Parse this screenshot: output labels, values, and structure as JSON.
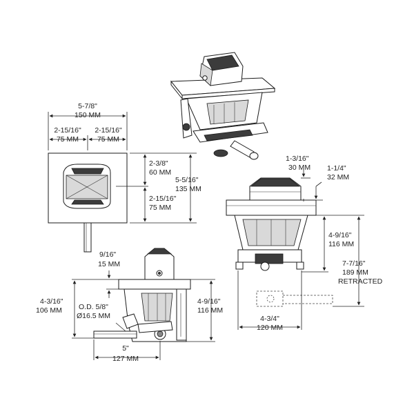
{
  "dimensions": {
    "top_width_in": "5-7/8\"",
    "top_width_mm": "150 MM",
    "left_half_in": "2-15/16\"",
    "left_half_mm": "75 MM",
    "right_half_in": "2-15/16\"",
    "right_half_mm": "75 MM",
    "upper_in": "2-3/8\"",
    "upper_mm": "60 MM",
    "lower_in": "2-15/16\"",
    "lower_mm": "75 MM",
    "plate_height_in": "5-5/16\"",
    "plate_height_mm": "135 MM",
    "flange_in": "1-3/16\"",
    "flange_mm": "30 MM",
    "cap_in": "1-1/4\"",
    "cap_mm": "32 MM",
    "body_height_right_in": "4-9/16\"",
    "body_height_right_mm": "116 MM",
    "retracted_in": "7-7/16\"",
    "retracted_mm": "189 MM",
    "retracted_label": "RETRACTED",
    "width_right_in": "4-3/4\"",
    "width_right_mm": "120 MM",
    "top_gap_in": "9/16\"",
    "top_gap_mm": "15 MM",
    "left_height_in": "4-3/16\"",
    "left_height_mm": "106 MM",
    "body_height_side_in": "4-9/16\"",
    "body_height_side_mm": "116 MM",
    "od_in": "O.D. 5/8\"",
    "od_mm": "Ø16.5 MM",
    "handle_in": "5\"",
    "handle_mm": "127 MM"
  }
}
